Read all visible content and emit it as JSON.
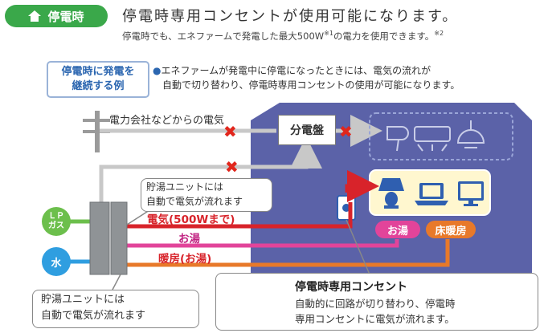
{
  "header": {
    "badge_label": "停電時",
    "headline": "停電時専用コンセントが使用可能になります。",
    "subline_main": "停電時でも、エネファームで発電した最大500W",
    "subline_note1": "※1",
    "subline_tail": "の電力を使用できます。",
    "subline_note2": "※2"
  },
  "example": {
    "line1": "停電時に発電を",
    "line2": "継続する例"
  },
  "description": {
    "bullet": "●",
    "line1": "エネファームが発電中に停電になったときには、電気の流れが",
    "line2": "自動で切り替わり、停電時専用コンセントの使用が可能になります。"
  },
  "diagram": {
    "grid_label": "電力会社などからの電気",
    "panel_label": "分電盤",
    "x_mark": "✖",
    "electric_label": "電気(500Wまで)",
    "hot_water_label": "お湯",
    "heating_label": "暖房(お湯)",
    "lp_gas_label_1": "ＬＰ",
    "lp_gas_label_2": "ガス",
    "water_label": "水",
    "pill_hot_water": "お湯",
    "pill_floor_heating": "床暖房",
    "colors": {
      "house": "#5b62a8",
      "electric_line": "#d8232a",
      "hot_line": "#e2449a",
      "heating_line": "#e8792a",
      "grid_line": "#c8c8c8",
      "appliance_bg": "#fff7cf"
    }
  },
  "callouts": {
    "unit_top_line1": "貯湯ユニットには",
    "unit_top_line2": "自動で電気が流れます",
    "unit_bottom_line1": "貯湯ユニットには",
    "unit_bottom_line2": "自動で電気が流れます",
    "outlet_title": "停電時専用コンセント",
    "outlet_line1": "自動的に回路が切り替わり、停電時",
    "outlet_line2": "専用コンセントに電気が流れます。"
  }
}
